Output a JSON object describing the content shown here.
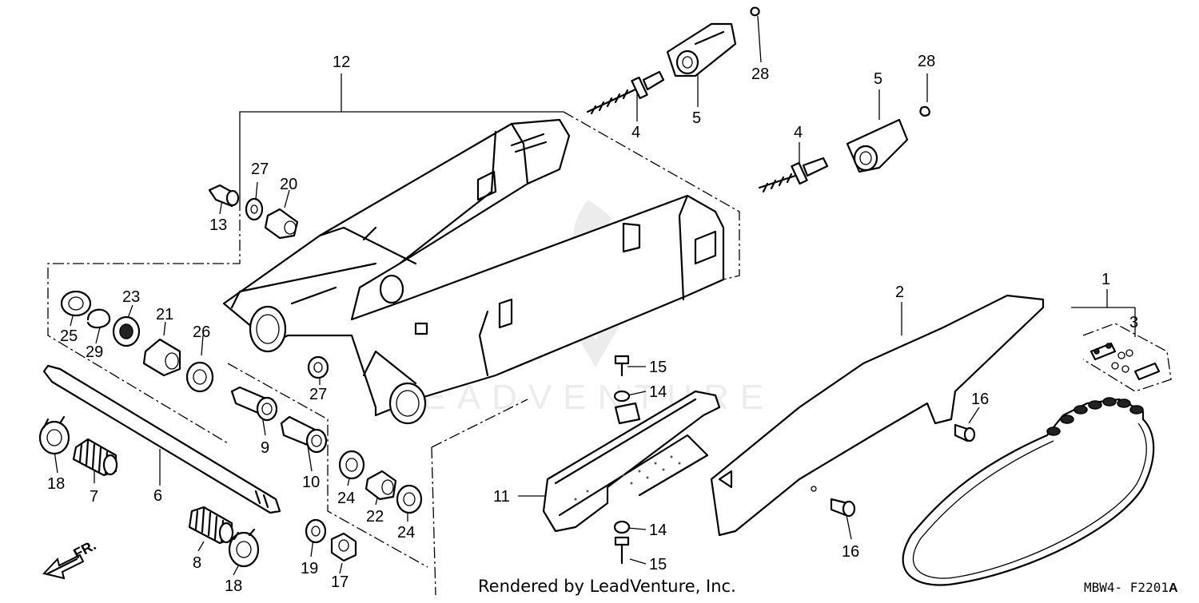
{
  "diagram": {
    "labels": {
      "p1": "1",
      "p2": "2",
      "p3": "3",
      "p4a": "4",
      "p4b": "4",
      "p5a": "5",
      "p5b": "5",
      "p6": "6",
      "p7": "7",
      "p8": "8",
      "p9": "9",
      "p10": "10",
      "p11": "11",
      "p12": "12",
      "p13": "13",
      "p14a": "14",
      "p14b": "14",
      "p15a": "15",
      "p15b": "15",
      "p16a": "16",
      "p16b": "16",
      "p17": "17",
      "p18a": "18",
      "p18b": "18",
      "p19": "19",
      "p20": "20",
      "p21": "21",
      "p22": "22",
      "p23": "23",
      "p24a": "24",
      "p24b": "24",
      "p25": "25",
      "p26": "26",
      "p27a": "27",
      "p27b": "27",
      "p28a": "28",
      "p28b": "28",
      "p29": "29"
    },
    "front_arrow_label": "FR.",
    "credit": "Rendered by LeadVenture, Inc.",
    "diagram_code": "MBW4- F2201",
    "diagram_code_suffix": "A",
    "watermark_text": "LEADVENTURE"
  }
}
